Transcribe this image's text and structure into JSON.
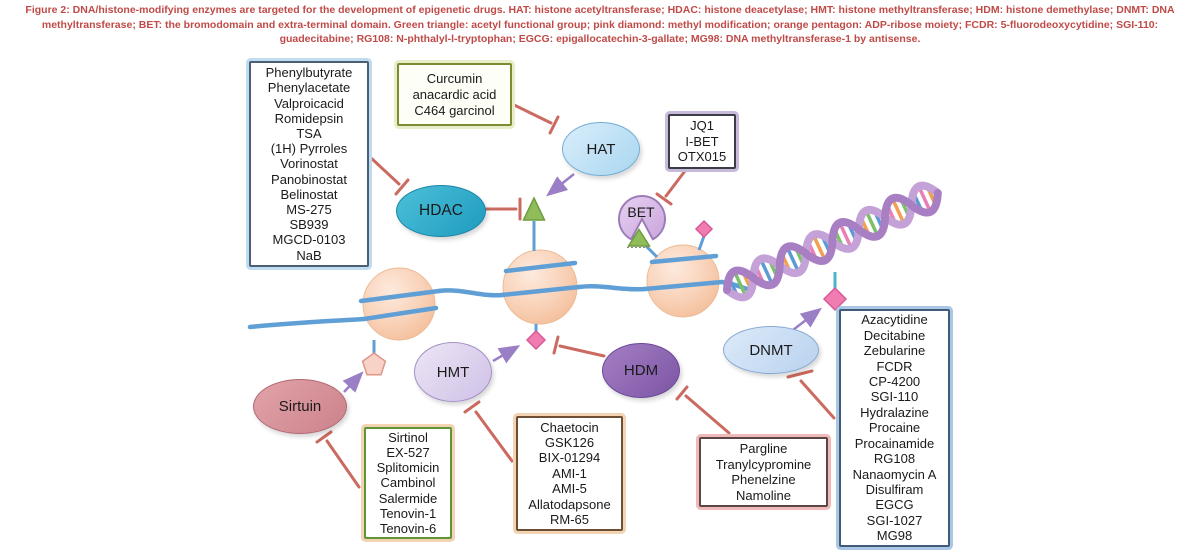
{
  "caption": {
    "lines": [
      "Figure 2: DNA/histone-modifying enzymes are targeted for the development of epigenetic drugs. HAT: histone acetyltransferase; HDAC: histone deacetylase; HMT: histone methyltransferase; HDM: histone demethylase; DNMT: DNA",
      "methyltransferase; BET: the bromodomain and extra-terminal domain. Green triangle: acetyl functional group; pink diamond: methyl modification; orange pentagon: ADP-ribose moiety; FCDR: 5-fluorodeoxycytidine; SGI-110:",
      "guadecitabine; RG108: N-phthalyl-l-tryptophan; EGCG: epigallocatechin-3-gallate; MG98: DNA methyltransferase-1 by antisense."
    ]
  },
  "enzymes": {
    "hat": "HAT",
    "hdac": "HDAC",
    "bet": "BET",
    "hmt": "HMT",
    "hdm": "HDM",
    "dnmt": "DNMT",
    "sirtuin": "Sirtuin"
  },
  "boxes": {
    "hdac_drugs": {
      "items": [
        "Phenylbutyrate",
        "Phenylacetate",
        "Valproicacid",
        "Romidepsin",
        "TSA",
        "(1H) Pyrroles",
        "Vorinostat",
        "Panobinostat",
        "Belinostat",
        "MS-275",
        "SB939",
        "MGCD-0103",
        "NaB"
      ]
    },
    "hat_drugs": {
      "items": [
        "Curcumin",
        "anacardic acid",
        "C464 garcinol"
      ]
    },
    "bet_drugs": {
      "items": [
        "JQ1",
        "I-BET",
        "OTX015"
      ]
    },
    "dnmt_drugs": {
      "items": [
        "Azacytidine",
        "Decitabine",
        "Zebularine",
        "FCDR",
        "CP-4200",
        "SGI-110",
        "Hydralazine",
        "Procaine",
        "Procainamide",
        "RG108",
        "Nanaomycin A",
        "Disulfiram",
        "EGCG",
        "SGI-1027",
        "MG98"
      ]
    },
    "sirtuin_drugs": {
      "items": [
        "Sirtinol",
        "EX-527",
        "Splitomicin",
        "Cambinol",
        "Salermide",
        "Tenovin-1",
        "Tenovin-6"
      ]
    },
    "hmt_drugs": {
      "items": [
        "Chaetocin",
        "GSK126",
        "BIX-01294",
        "AMI-1",
        "AMI-5",
        "Allatodapsone",
        "RM-65"
      ]
    },
    "hdm_drugs": {
      "items": [
        "Pargline",
        "Tranylcypromine",
        "Phenelzine",
        "Namoline"
      ]
    }
  },
  "symbols": {
    "acetyl_triangle_color": "#90bd5a",
    "methyl_diamond_color": "#f07cb2",
    "adp_ribose_pentagon_color": "#f8d2c6",
    "dna_strand_color": "#5f9fd6",
    "inhibition_line_color": "#cb6a60",
    "addition_arrow_color": "#9a7fc6",
    "caption_color": "#bf4a47"
  }
}
